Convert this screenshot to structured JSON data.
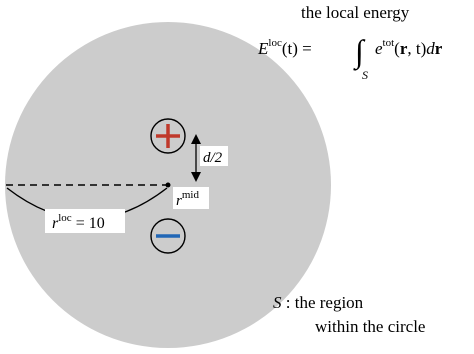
{
  "diagram": {
    "title_line": "the local energy",
    "equation": {
      "lhs_symbol": "E",
      "lhs_superscript": "loc",
      "lhs_arg": "(t) =",
      "integral_sign": "∫",
      "integral_subscript": "S",
      "integrand_symbol": "e",
      "integrand_superscript": "tot",
      "integrand_vector": "r",
      "integrand_arg_rest": ", t)",
      "differential_d": "d",
      "differential_vector": "r",
      "integrand_open": "("
    },
    "half_distance_label": "d/2",
    "midpoint_label": {
      "symbol": "r",
      "superscript": "mid"
    },
    "radius_label": {
      "symbol": "r",
      "superscript": "loc",
      "value_text": " = 10"
    },
    "region_label": {
      "symbol": "S",
      "line1_rest": " : the region",
      "line2": "within the circle"
    },
    "positive_charge": "+",
    "negative_charge": "−",
    "colors": {
      "region_fill": "#cccccc",
      "positive": "#c0392b",
      "negative": "#2167b6",
      "ink": "#000000"
    }
  }
}
